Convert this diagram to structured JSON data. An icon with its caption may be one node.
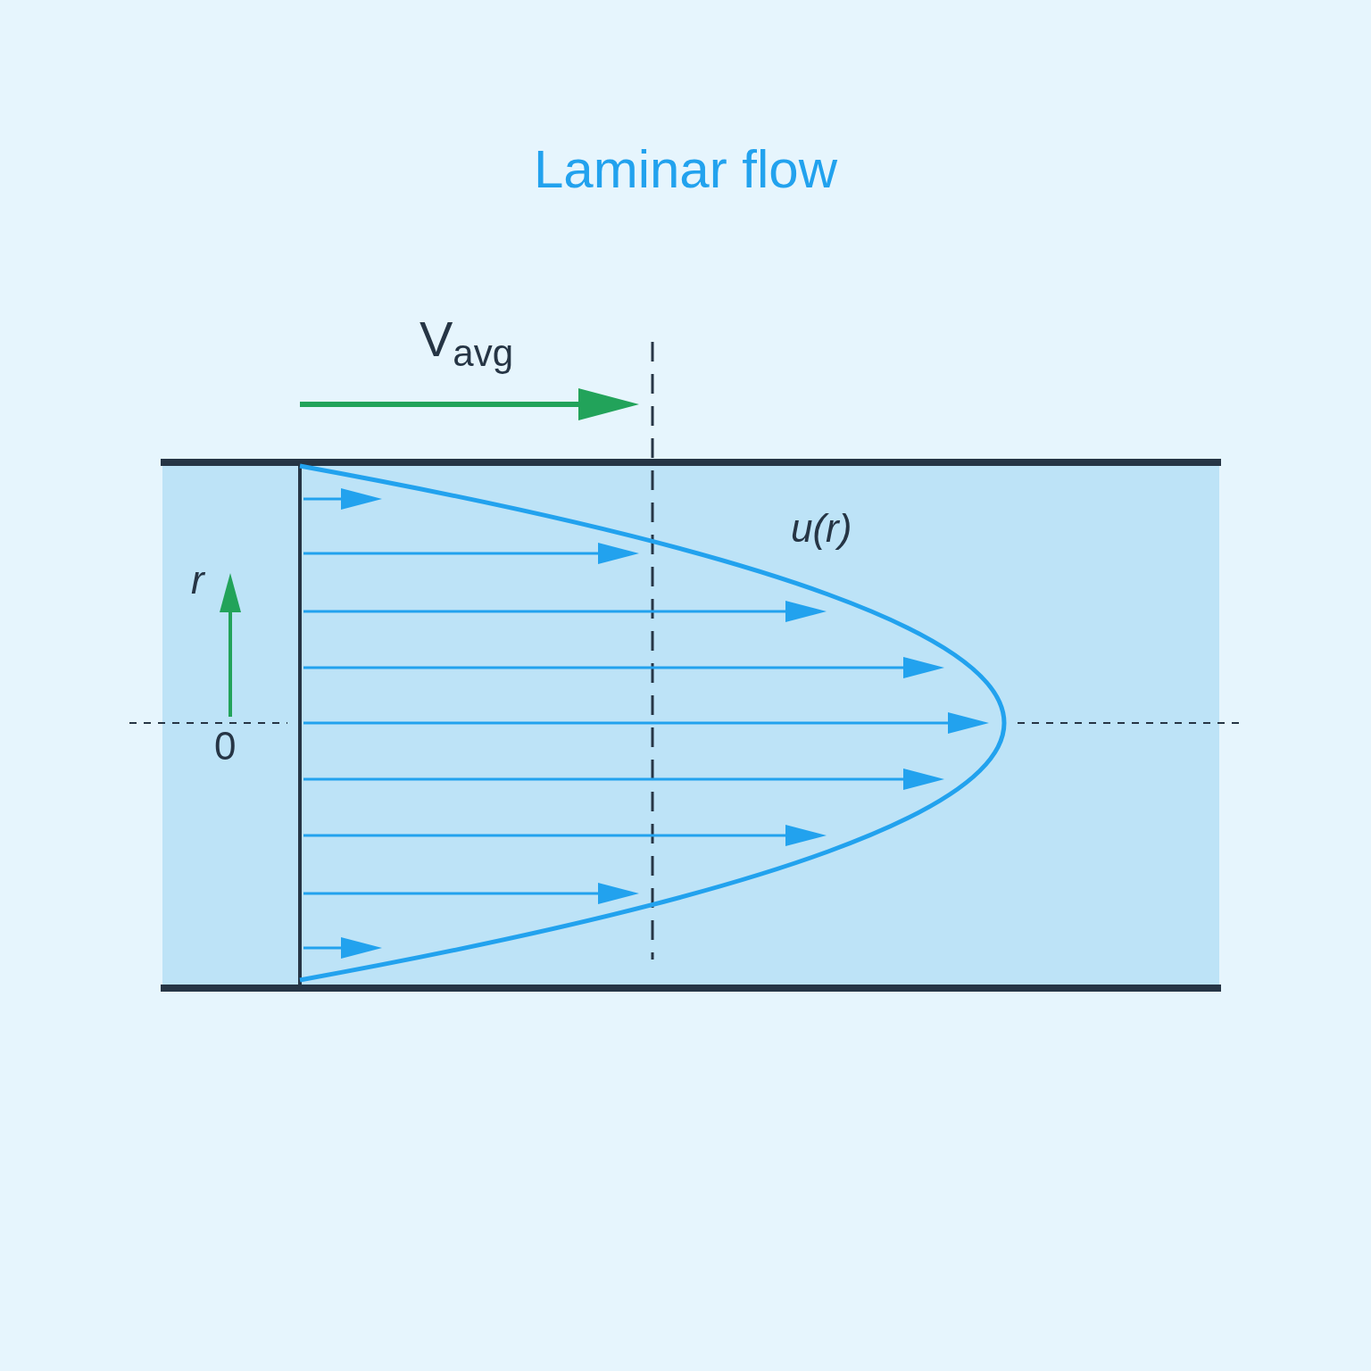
{
  "diagram": {
    "title": "Laminar flow",
    "labels": [
      "V$_{avg}$",
      "u(r)",
      "r",
      "0"
    ]
  }
}
